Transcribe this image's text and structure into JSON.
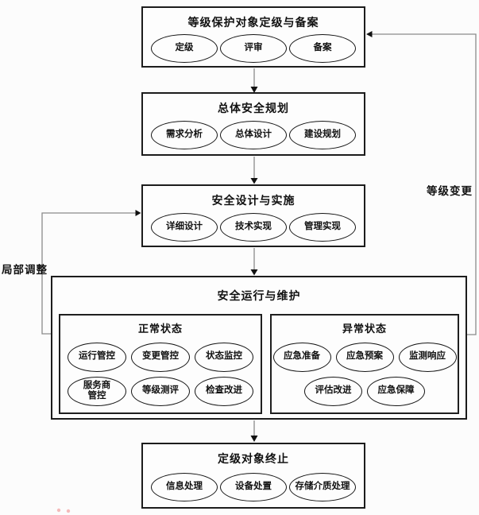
{
  "phases": [
    {
      "title": "等级保护对象定级与备案",
      "items": [
        "定级",
        "评审",
        "备案"
      ]
    },
    {
      "title": "总体安全规划",
      "items": [
        "需求分析",
        "总体设计",
        "建设规划"
      ]
    },
    {
      "title": "安全设计与实施",
      "items": [
        "详细设计",
        "技术实现",
        "管理实现"
      ]
    },
    {
      "title": "安全运行与维护",
      "subsections": [
        {
          "title": "正常状态",
          "items": [
            "运行管控",
            "变更管控",
            "状态监控",
            "服务商\n管控",
            "等级测评",
            "检查改进"
          ]
        },
        {
          "title": "异常状态",
          "items": [
            "应急准备",
            "应急预案",
            "监测响应",
            "评估改进",
            "应急保障"
          ]
        }
      ]
    },
    {
      "title": "定级对象终止",
      "items": [
        "信息处理",
        "设备处置",
        "存储介质处理"
      ]
    }
  ],
  "feedback_labels": {
    "level_change": "等级变更",
    "partial_adjustment": "局部调整"
  },
  "colors": {
    "box_border": "#1c1c1c",
    "connector": "#8a8a8a",
    "arrowhead": "#111111",
    "background": "#fcfcfc",
    "watermark_dot": "#f2a5a5"
  }
}
